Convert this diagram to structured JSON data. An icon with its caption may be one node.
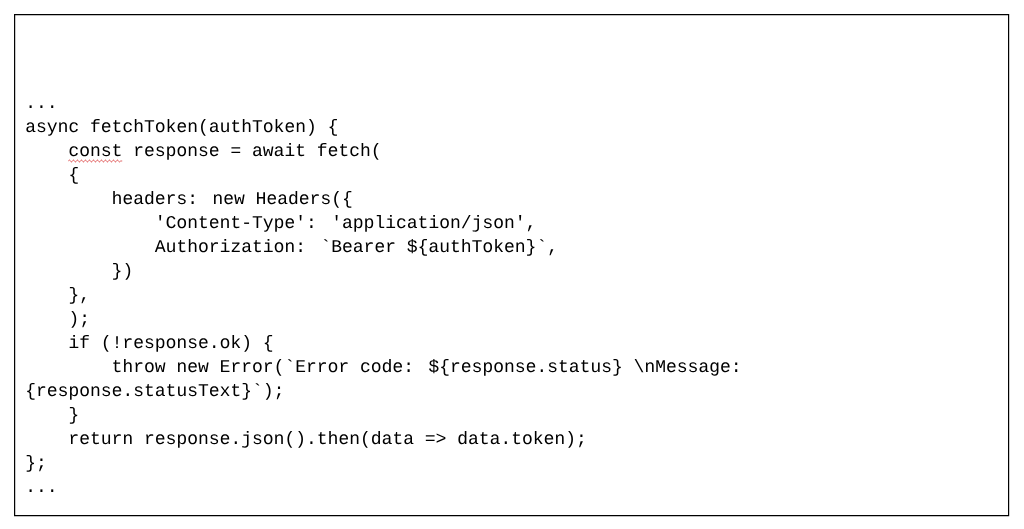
{
  "diagram": {
    "nodes": [
      {
        "text": [
          "...",
          "async fetchToken(authToken) {",
          "const response = await fetch(",
          "{",
          "headers: new Headers({",
          "'Content-Type': 'application/json',",
          "Authorization: `Bearer ${authToken}`,",
          "})",
          "},",
          ");",
          "if (!response.ok) {",
          "throw new Error(`Error code: ${response.status} \\nMessage:",
          "{response.statusText}`);",
          "}",
          "return response.json().then(data => data.token);",
          "};",
          "..."
        ]
      }
    ]
  }
}
